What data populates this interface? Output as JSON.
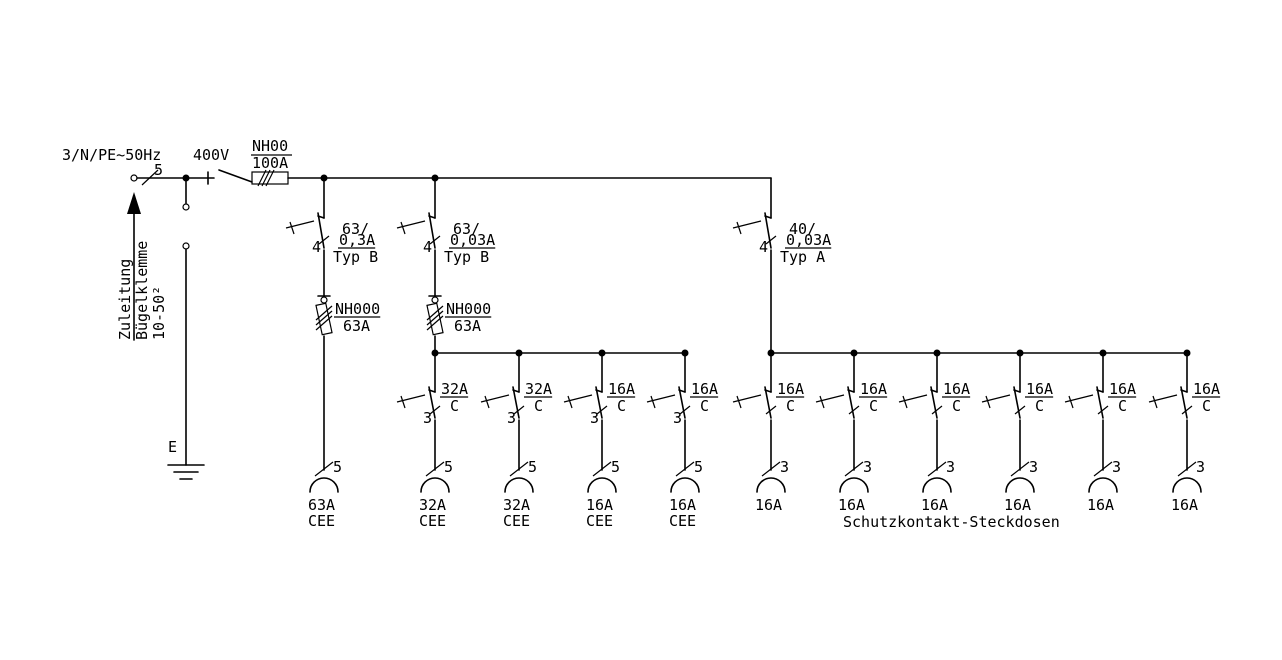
{
  "supply": {
    "system": "3/N/PE~50Hz",
    "voltage": "400V",
    "poles": "5",
    "feed_label": [
      "Zuleitung",
      "Bügelklemme",
      "10-50²"
    ],
    "earth": "E"
  },
  "main_fuse": {
    "type": "NH00",
    "rating": "100A"
  },
  "rcds": [
    {
      "rating": "63/",
      "sensitivity": "0,3A",
      "type": "Typ B",
      "poles": "4"
    },
    {
      "rating": "63/",
      "sensitivity": "0,03A",
      "type": "Typ B",
      "poles": "4"
    },
    {
      "rating": "40/",
      "sensitivity": "0,03A",
      "type": "Typ A",
      "poles": "4"
    }
  ],
  "fuses": [
    {
      "type": "NH000",
      "rating": "63A"
    },
    {
      "type": "NH000",
      "rating": "63A"
    }
  ],
  "direct_outlet": {
    "rating": "63A",
    "kind": "CEE",
    "poles": "5"
  },
  "breakers": [
    {
      "rating": "32A",
      "char": "C",
      "poles": "3",
      "outlet_poles": "5",
      "outlet_rating": "32A",
      "outlet_kind": "CEE"
    },
    {
      "rating": "32A",
      "char": "C",
      "poles": "3",
      "outlet_poles": "5",
      "outlet_rating": "32A",
      "outlet_kind": "CEE"
    },
    {
      "rating": "16A",
      "char": "C",
      "poles": "3",
      "outlet_poles": "5",
      "outlet_rating": "16A",
      "outlet_kind": "CEE"
    },
    {
      "rating": "16A",
      "char": "C",
      "poles": "3",
      "outlet_poles": "5",
      "outlet_rating": "16A",
      "outlet_kind": "CEE"
    },
    {
      "rating": "16A",
      "char": "C",
      "poles": "1",
      "outlet_poles": "3",
      "outlet_rating": "16A",
      "outlet_kind": ""
    },
    {
      "rating": "16A",
      "char": "C",
      "poles": "1",
      "outlet_poles": "3",
      "outlet_rating": "16A",
      "outlet_kind": ""
    },
    {
      "rating": "16A",
      "char": "C",
      "poles": "1",
      "outlet_poles": "3",
      "outlet_rating": "16A",
      "outlet_kind": ""
    },
    {
      "rating": "16A",
      "char": "C",
      "poles": "1",
      "outlet_poles": "3",
      "outlet_rating": "16A",
      "outlet_kind": ""
    },
    {
      "rating": "16A",
      "char": "C",
      "poles": "1",
      "outlet_poles": "3",
      "outlet_rating": "16A",
      "outlet_kind": ""
    },
    {
      "rating": "16A",
      "char": "C",
      "poles": "1",
      "outlet_poles": "3",
      "outlet_rating": "16A",
      "outlet_kind": ""
    }
  ],
  "group_label": "Schutzkontakt-Steckdosen"
}
